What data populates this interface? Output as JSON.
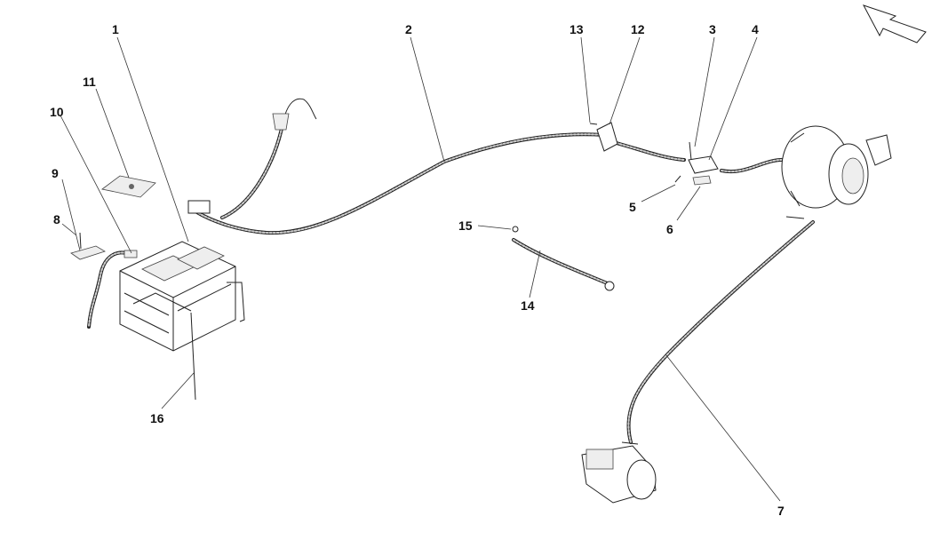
{
  "callouts": [
    {
      "id": "1",
      "label": "1"
    },
    {
      "id": "2",
      "label": "2"
    },
    {
      "id": "3",
      "label": "3"
    },
    {
      "id": "4",
      "label": "4"
    },
    {
      "id": "5",
      "label": "5"
    },
    {
      "id": "6",
      "label": "6"
    },
    {
      "id": "7",
      "label": "7"
    },
    {
      "id": "8",
      "label": "8"
    },
    {
      "id": "9",
      "label": "9"
    },
    {
      "id": "10",
      "label": "10"
    },
    {
      "id": "11",
      "label": "11"
    },
    {
      "id": "12",
      "label": "12"
    },
    {
      "id": "13",
      "label": "13"
    },
    {
      "id": "14",
      "label": "14"
    },
    {
      "id": "15",
      "label": "15"
    },
    {
      "id": "16",
      "label": "16"
    }
  ],
  "icons": {
    "direction": "direction-arrow-icon"
  }
}
